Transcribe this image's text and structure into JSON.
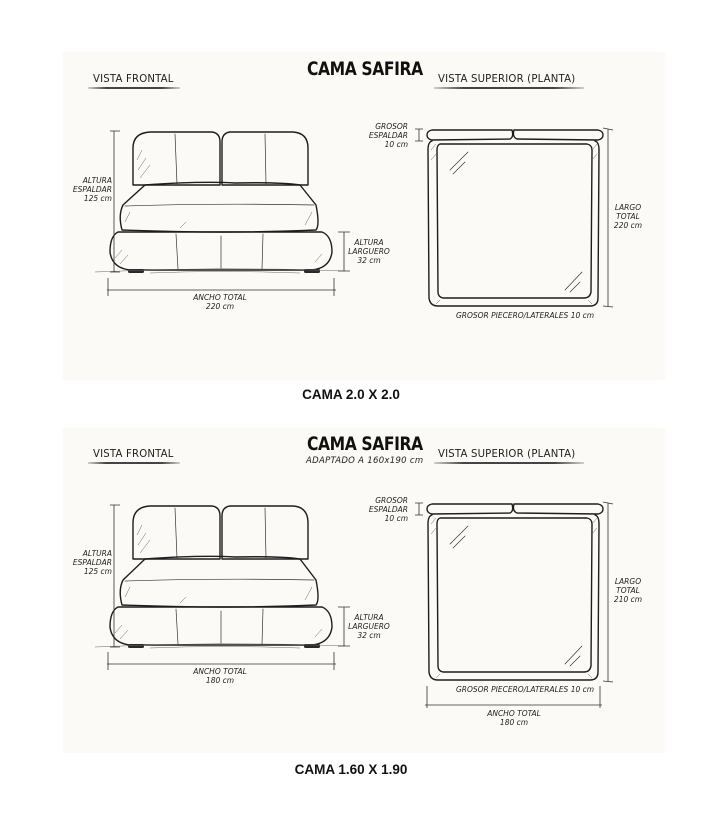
{
  "sheets": [
    {
      "title": "CAMA SAFIRA",
      "subtitle": "",
      "front_view": {
        "label": "VISTA FRONTAL",
        "headboard_height": {
          "line1": "ALTURA",
          "line2": "ESPALDAR",
          "value": "125 cm"
        },
        "rail_height": {
          "line1": "ALTURA",
          "line2": "LARGUERO",
          "value": "32 cm"
        },
        "total_width": {
          "line1": "ANCHO TOTAL",
          "value": "220 cm"
        }
      },
      "top_view": {
        "label": "VISTA SUPERIOR (PLANTA)",
        "headboard_thickness": {
          "line1": "GROSOR",
          "line2": "ESPALDAR",
          "value": "10 cm"
        },
        "total_length": {
          "line1": "LARGO",
          "line2": "TOTAL",
          "value": "220 cm"
        },
        "side_thickness": {
          "text": "GROSOR PIECERO/LATERALES 10 cm"
        }
      },
      "caption": "CAMA 2.0 X 2.0"
    },
    {
      "title": "CAMA SAFIRA",
      "subtitle": "ADAPTADO A 160x190 cm",
      "front_view": {
        "label": "VISTA FRONTAL",
        "headboard_height": {
          "line1": "ALTURA",
          "line2": "ESPALDAR",
          "value": "125 cm"
        },
        "rail_height": {
          "line1": "ALTURA",
          "line2": "LARGUERO",
          "value": "32 cm"
        },
        "total_width": {
          "line1": "ANCHO TOTAL",
          "value": "180 cm"
        }
      },
      "top_view": {
        "label": "VISTA SUPERIOR (PLANTA)",
        "headboard_thickness": {
          "line1": "GROSOR",
          "line2": "ESPALDAR",
          "value": "10 cm"
        },
        "total_length": {
          "line1": "LARGO",
          "line2": "TOTAL",
          "value": "210 cm"
        },
        "side_thickness": {
          "text": "GROSOR PIECERO/LATERALES 10 cm"
        },
        "total_width": {
          "line1": "ANCHO TOTAL",
          "value": "180 cm"
        }
      },
      "caption": "CAMA 1.60 X 1.90"
    }
  ]
}
